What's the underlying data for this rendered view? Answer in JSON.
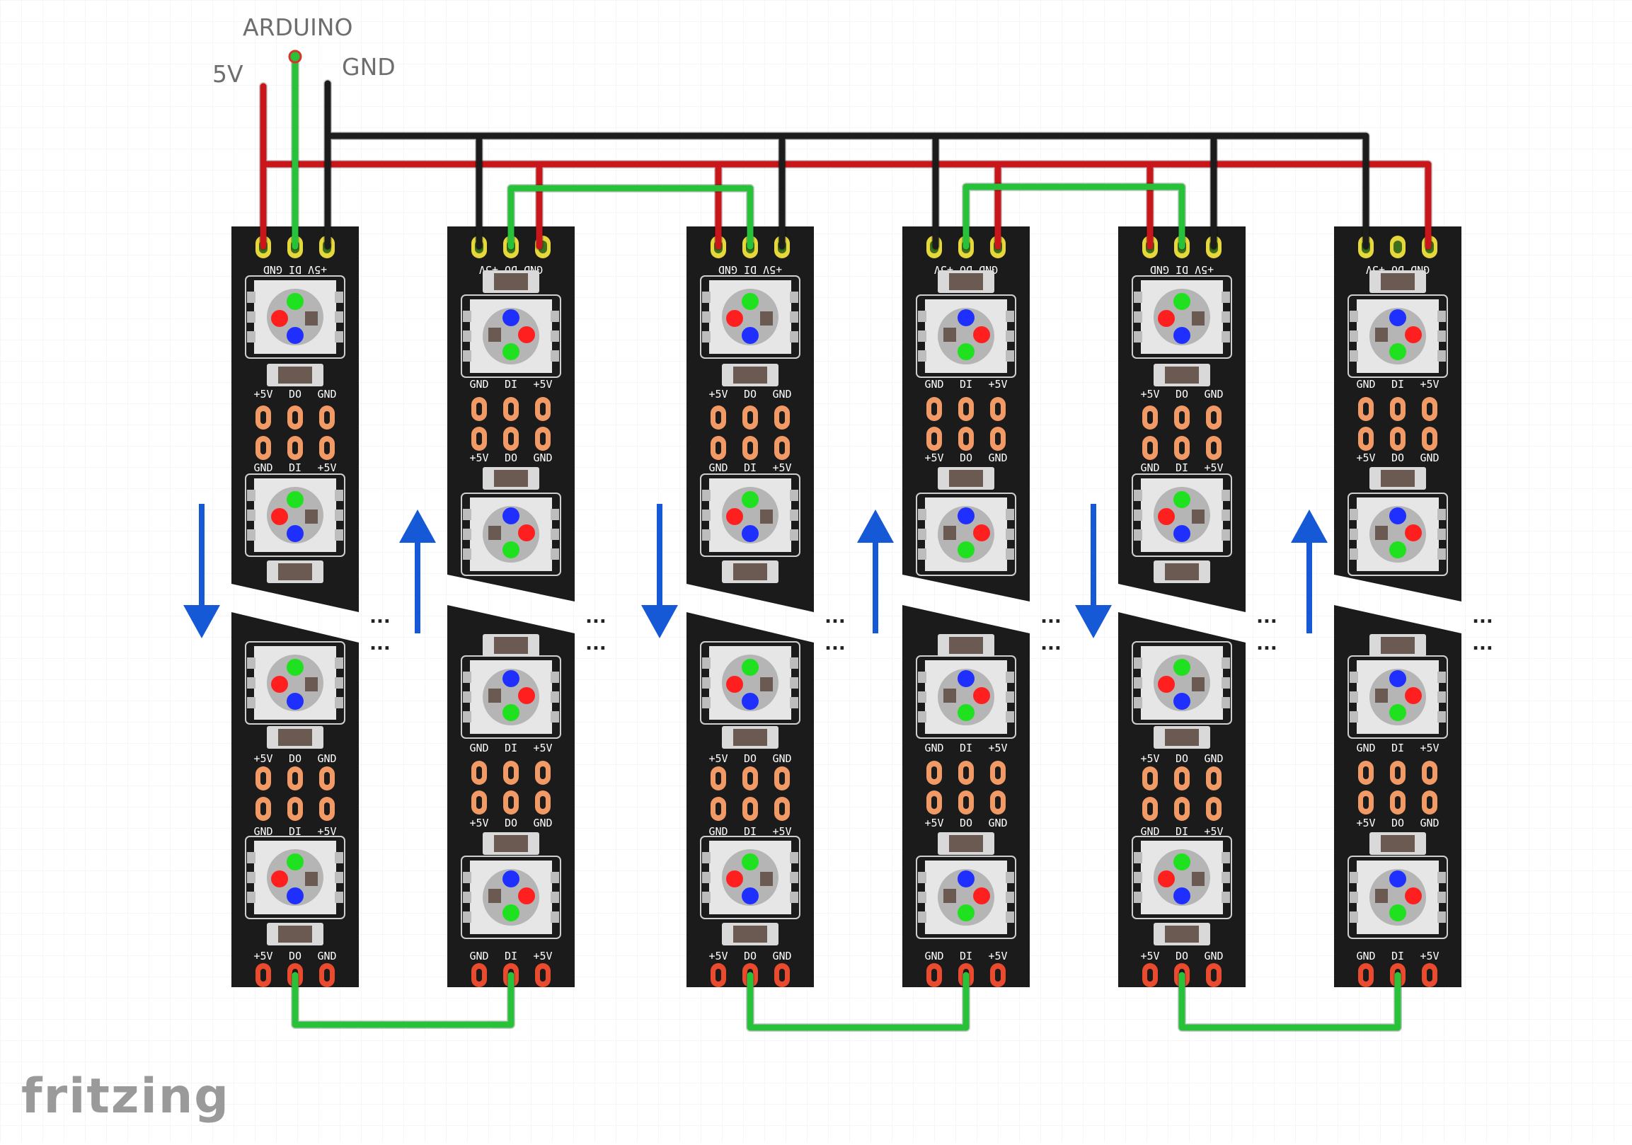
{
  "labels": {
    "arduino": "ARDUINO",
    "v5": "5V",
    "gnd": "GND",
    "logo": "fritzing",
    "ellipsis": "..."
  },
  "pins": {
    "plus5v": "+5V",
    "di": "DI",
    "do": "DO",
    "gnd": "GND"
  },
  "colors": {
    "wire_5v": "#c8161b",
    "wire_gnd": "#1c1c1c",
    "wire_data": "#27c23a",
    "arrow": "#1659d6",
    "board": "#1b1b1b",
    "pad": "#f29a66",
    "pad_end": "#ea4a2e",
    "led_red": "#ff1f1f",
    "led_green": "#1fe11f",
    "led_blue": "#1f2fff"
  },
  "strips": [
    {
      "id": 1,
      "direction": "down"
    },
    {
      "id": 2,
      "direction": "up"
    },
    {
      "id": 3,
      "direction": "down"
    },
    {
      "id": 4,
      "direction": "up"
    },
    {
      "id": 5,
      "direction": "down"
    },
    {
      "id": 6,
      "direction": "up"
    }
  ]
}
